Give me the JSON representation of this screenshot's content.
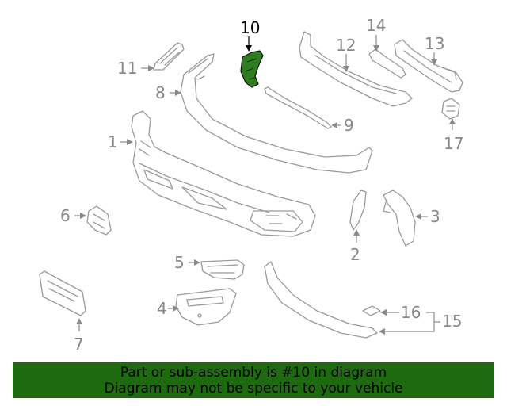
{
  "callouts": {
    "n1": "1",
    "n2": "2",
    "n3": "3",
    "n4": "4",
    "n5": "5",
    "n6": "6",
    "n7": "7",
    "n8": "8",
    "n9": "9",
    "n10": "10",
    "n11": "11",
    "n12": "12",
    "n13": "13",
    "n14": "14",
    "n15": "15",
    "n16": "16",
    "n17": "17"
  },
  "highlighted_part": "10",
  "colors": {
    "highlight": "#2e7d1f",
    "banner": "#1d6b0e",
    "line": "#9a9a9a",
    "label": "#888888"
  },
  "banner": {
    "line1": "Part or sub-assembly is #10 in diagram",
    "line2": "Diagram may not be specific to your vehicle"
  }
}
